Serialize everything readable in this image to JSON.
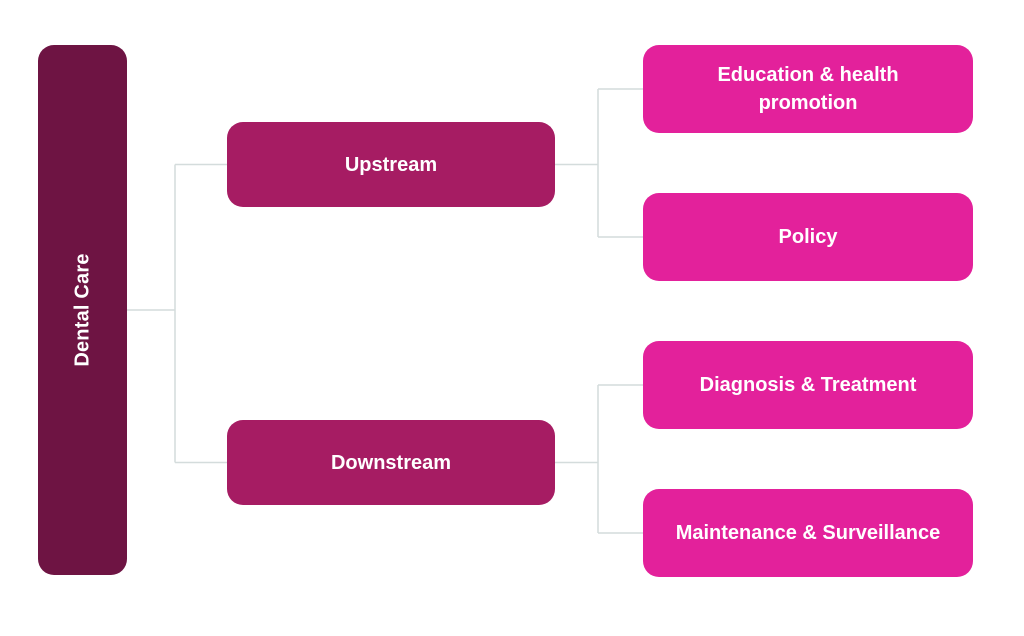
{
  "diagram": {
    "root": {
      "label": "Dental Care"
    },
    "branches": [
      {
        "label": "Upstream",
        "children": [
          {
            "label": "Education & health promotion"
          },
          {
            "label": "Policy"
          }
        ]
      },
      {
        "label": "Downstream",
        "children": [
          {
            "label": "Diagnosis & Treatment"
          },
          {
            "label": "Maintenance & Surveillance"
          }
        ]
      }
    ],
    "colors": {
      "background": "#ffffff",
      "root_fill": "#6e1443",
      "branch_fill": "#a61c63",
      "leaf_fill": "#e3219b",
      "connector": "#d4dcdc",
      "label_text": "#ffffff"
    }
  }
}
